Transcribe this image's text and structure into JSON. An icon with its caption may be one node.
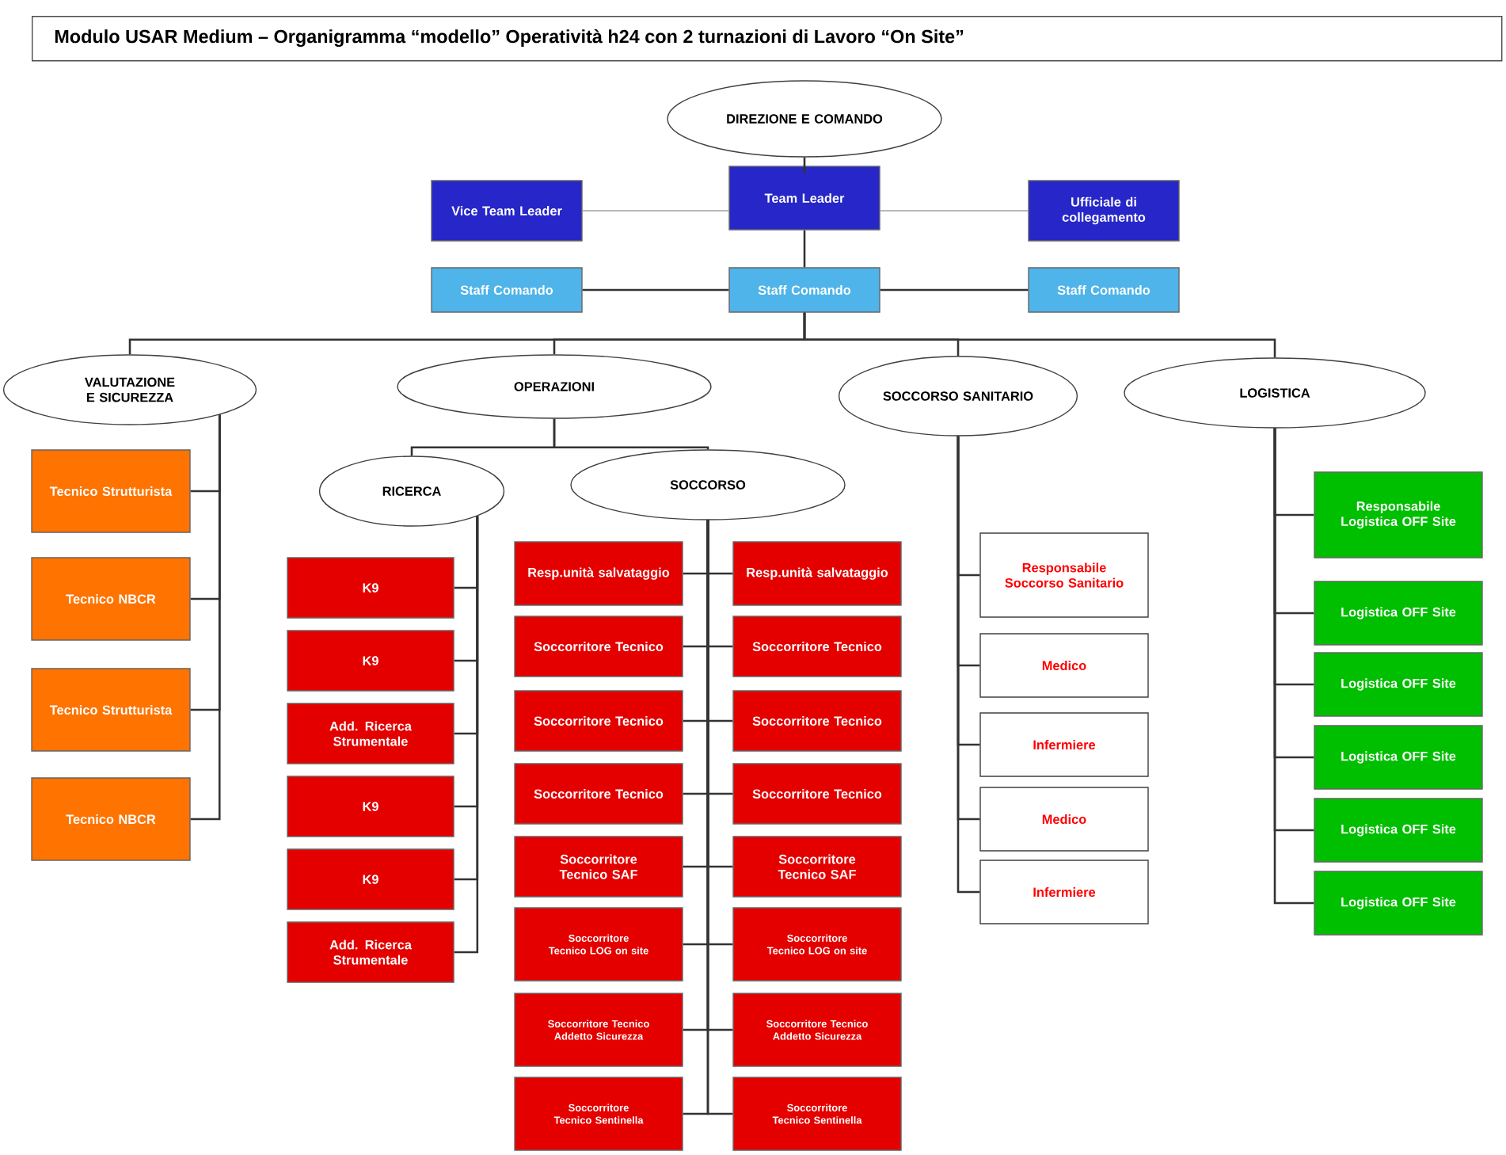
{
  "diagram": {
    "title": "Modulo USAR Medium – Organigramma “modello” Operatività h24 con 2 turnazioni di Lavoro “On Site”",
    "nodes": [
      {
        "text": [
          "DIREZIONE E COMANDO"
        ]
      },
      {
        "text": [
          "Vice Team Leader"
        ]
      },
      {
        "text": [
          "Team Leader"
        ]
      },
      {
        "text": [
          "Ufficiale di collegamento"
        ]
      },
      {
        "text": [
          "Staff Comando"
        ]
      },
      {
        "text": [
          "Staff Comando"
        ]
      },
      {
        "text": [
          "Staff Comando"
        ]
      },
      {
        "text": [
          "VALUTAZIONE E SICUREZZA"
        ]
      },
      {
        "text": [
          "OPERAZIONI"
        ]
      },
      {
        "text": [
          "SOCCORSO SANITARIO"
        ]
      },
      {
        "text": [
          "LOGISTICA"
        ]
      },
      {
        "text": [
          "RICERCA"
        ]
      },
      {
        "text": [
          "SOCCORSO"
        ]
      },
      {
        "text": [
          "Tecnico Strutturista"
        ]
      },
      {
        "text": [
          "Tecnico NBCR"
        ]
      },
      {
        "text": [
          "Tecnico Strutturista"
        ]
      },
      {
        "text": [
          "Tecnico NBCR"
        ]
      },
      {
        "text": [
          "K9"
        ]
      },
      {
        "text": [
          "K9"
        ]
      },
      {
        "text": [
          "Add. Ricerca Strumentale"
        ]
      },
      {
        "text": [
          "K9"
        ]
      },
      {
        "text": [
          "K9"
        ]
      },
      {
        "text": [
          "Add. Ricerca Strumentale"
        ]
      },
      {
        "text": [
          "Resp.unità salvataggio"
        ]
      },
      {
        "text": [
          "Soccorritore Tecnico"
        ]
      },
      {
        "text": [
          "Soccorritore Tecnico"
        ]
      },
      {
        "text": [
          "Soccorritore Tecnico"
        ]
      },
      {
        "text": [
          "Soccorritore Tecnico SAF"
        ]
      },
      {
        "text": [
          "Soccorritore Tecnico LOG on site"
        ]
      },
      {
        "text": [
          "Soccorritore Tecnico Addetto Sicurezza"
        ]
      },
      {
        "text": [
          "Soccorritore Tecnico Sentinella"
        ]
      },
      {
        "text": [
          "Resp.unità salvataggio"
        ]
      },
      {
        "text": [
          "Soccorritore Tecnico"
        ]
      },
      {
        "text": [
          "Soccorritore Tecnico"
        ]
      },
      {
        "text": [
          "Soccorritore Tecnico"
        ]
      },
      {
        "text": [
          "Soccorritore Tecnico SAF"
        ]
      },
      {
        "text": [
          "Soccorritore Tecnico LOG on site"
        ]
      },
      {
        "text": [
          "Soccorritore Tecnico Addetto Sicurezza"
        ]
      },
      {
        "text": [
          "Soccorritore Tecnico Sentinella"
        ]
      },
      {
        "text": [
          "Responsabile Soccorso Sanitario"
        ]
      },
      {
        "text": [
          "Medico"
        ]
      },
      {
        "text": [
          "Infermiere"
        ]
      },
      {
        "text": [
          "Medico"
        ]
      },
      {
        "text": [
          "Infermiere"
        ]
      },
      {
        "text": [
          "Responsabile Logistica OFF Site"
        ]
      },
      {
        "text": [
          "Logistica OFF Site"
        ]
      },
      {
        "text": [
          "Logistica OFF Site"
        ]
      },
      {
        "text": [
          "Logistica OFF Site"
        ]
      },
      {
        "text": [
          "Logistica OFF Site"
        ]
      },
      {
        "text": [
          "Logistica OFF Site"
        ]
      }
    ],
    "edges": [
      {
        "from": 0,
        "to": 2,
        "arrow": "none"
      },
      {
        "from": 2,
        "to": 1,
        "arrow": "none",
        "color": "#a0a0a0"
      },
      {
        "from": 2,
        "to": 3,
        "arrow": "none",
        "color": "#a0a0a0"
      },
      {
        "from": 2,
        "to": 5,
        "arrow": "none"
      },
      {
        "from": 5,
        "to": 4,
        "arrow": "none"
      },
      {
        "from": 5,
        "to": 6,
        "arrow": "none"
      },
      {
        "from": 5,
        "to": 7,
        "arrow": "none"
      },
      {
        "from": 5,
        "to": 8,
        "arrow": "none"
      },
      {
        "from": 5,
        "to": 9,
        "arrow": "none"
      },
      {
        "from": 5,
        "to": 10,
        "arrow": "none"
      },
      {
        "from": 8,
        "to": 11,
        "arrow": "none"
      },
      {
        "from": 8,
        "to": 12,
        "arrow": "none"
      },
      {
        "from": 7,
        "to": 13,
        "arrow": "none"
      },
      {
        "from": 7,
        "to": 14,
        "arrow": "none"
      },
      {
        "from": 7,
        "to": 15,
        "arrow": "none"
      },
      {
        "from": 7,
        "to": 16,
        "arrow": "none"
      },
      {
        "from": 11,
        "to": 17,
        "arrow": "none"
      },
      {
        "from": 11,
        "to": 18,
        "arrow": "none"
      },
      {
        "from": 11,
        "to": 19,
        "arrow": "none"
      },
      {
        "from": 11,
        "to": 20,
        "arrow": "none"
      },
      {
        "from": 11,
        "to": 21,
        "arrow": "none"
      },
      {
        "from": 11,
        "to": 22,
        "arrow": "none"
      },
      {
        "from": 12,
        "to": 23,
        "arrow": "none"
      },
      {
        "from": 12,
        "to": 24,
        "arrow": "none"
      },
      {
        "from": 12,
        "to": 25,
        "arrow": "none"
      },
      {
        "from": 12,
        "to": 26,
        "arrow": "none"
      },
      {
        "from": 12,
        "to": 27,
        "arrow": "none"
      },
      {
        "from": 12,
        "to": 28,
        "arrow": "none"
      },
      {
        "from": 12,
        "to": 29,
        "arrow": "none"
      },
      {
        "from": 12,
        "to": 30,
        "arrow": "none"
      },
      {
        "from": 12,
        "to": 31,
        "arrow": "none"
      },
      {
        "from": 12,
        "to": 32,
        "arrow": "none"
      },
      {
        "from": 12,
        "to": 33,
        "arrow": "none"
      },
      {
        "from": 12,
        "to": 34,
        "arrow": "none"
      },
      {
        "from": 12,
        "to": 35,
        "arrow": "none"
      },
      {
        "from": 12,
        "to": 36,
        "arrow": "none"
      },
      {
        "from": 12,
        "to": 37,
        "arrow": "none"
      },
      {
        "from": 12,
        "to": 38,
        "arrow": "none"
      },
      {
        "from": 9,
        "to": 39,
        "arrow": "none"
      },
      {
        "from": 9,
        "to": 40,
        "arrow": "none"
      },
      {
        "from": 9,
        "to": 41,
        "arrow": "none"
      },
      {
        "from": 9,
        "to": 42,
        "arrow": "none"
      },
      {
        "from": 9,
        "to": 43,
        "arrow": "none"
      },
      {
        "from": 10,
        "to": 44,
        "arrow": "none"
      },
      {
        "from": 10,
        "to": 45,
        "arrow": "none"
      },
      {
        "from": 10,
        "to": 46,
        "arrow": "none"
      },
      {
        "from": 10,
        "to": 47,
        "arrow": "none"
      },
      {
        "from": 10,
        "to": 48,
        "arrow": "none"
      },
      {
        "from": 10,
        "to": 49,
        "arrow": "none"
      }
    ]
  }
}
